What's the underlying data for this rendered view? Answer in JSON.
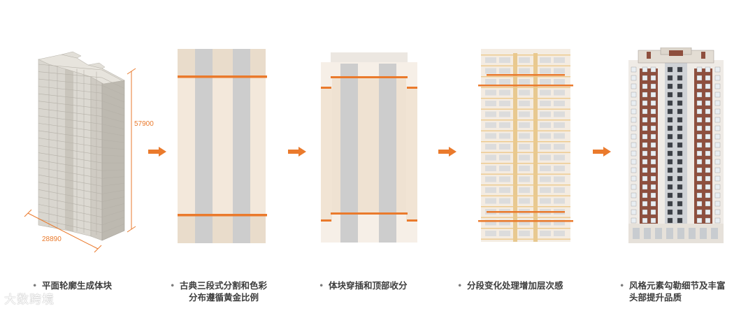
{
  "stage1": {
    "dim_height": "57900",
    "dim_width": "28890"
  },
  "captions": [
    {
      "line1": "平面轮廓生成体块",
      "line2": ""
    },
    {
      "line1": "古典三段式分割和色彩",
      "line2": "分布遵循黄金比例"
    },
    {
      "line1": "体块穿插和顶部收分",
      "line2": ""
    },
    {
      "line1": "分段变化处理增加层次感",
      "line2": ""
    },
    {
      "line1": "风格元素勾勒细节及丰富",
      "line2": "头部提升品质"
    }
  ],
  "bullet": "•",
  "watermark": "大数跨境",
  "colors": {
    "accent": "#ea7a2c",
    "beige": "#f0e2d0",
    "grey_band": "#c9c9c9",
    "brick": "#8e4f3e"
  }
}
